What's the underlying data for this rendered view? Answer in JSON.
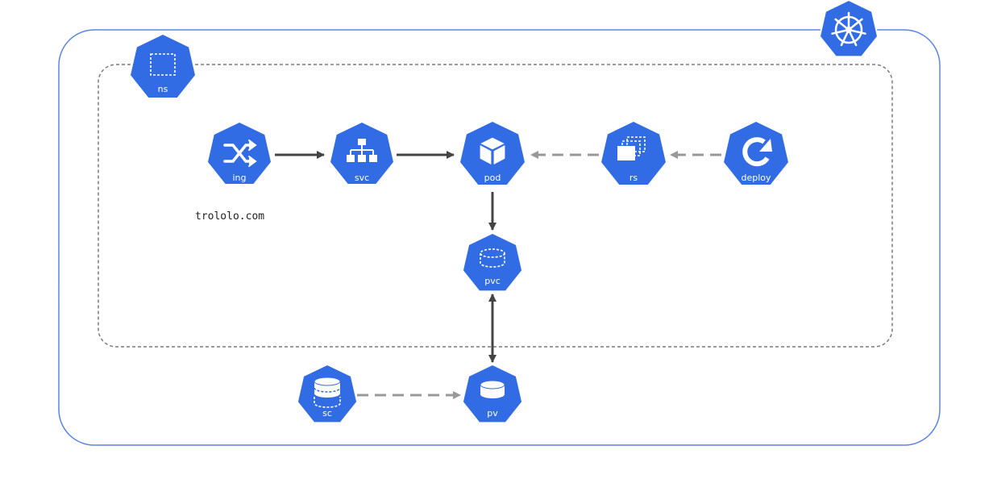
{
  "colors": {
    "node_fill": "#326ce5",
    "icon_stroke": "#ffffff",
    "cluster_border": "#5b84e8",
    "namespace_border": "#7a7a7a",
    "arrow_dark": "#444444",
    "arrow_light": "#999999"
  },
  "cluster": {
    "icon": "kubernetes-wheel-icon"
  },
  "namespace": {
    "label": "ns",
    "icon": "namespace-icon"
  },
  "nodes": {
    "ing": {
      "label": "ing",
      "icon": "ingress-icon"
    },
    "svc": {
      "label": "svc",
      "icon": "service-icon"
    },
    "pod": {
      "label": "pod",
      "icon": "pod-icon"
    },
    "rs": {
      "label": "rs",
      "icon": "replicaset-icon"
    },
    "deploy": {
      "label": "deploy",
      "icon": "deployment-icon"
    },
    "pvc": {
      "label": "pvc",
      "icon": "pvc-icon"
    },
    "pv": {
      "label": "pv",
      "icon": "pv-icon"
    },
    "sc": {
      "label": "sc",
      "icon": "storageclass-icon"
    }
  },
  "host_label": "trololo.com",
  "edges": [
    {
      "from": "ing",
      "to": "svc",
      "style": "solid"
    },
    {
      "from": "svc",
      "to": "pod",
      "style": "solid"
    },
    {
      "from": "rs",
      "to": "pod",
      "style": "dashed"
    },
    {
      "from": "deploy",
      "to": "rs",
      "style": "dashed"
    },
    {
      "from": "pod",
      "to": "pvc",
      "style": "solid"
    },
    {
      "from": "pvc",
      "to": "pv",
      "style": "solid-bidirectional"
    },
    {
      "from": "sc",
      "to": "pv",
      "style": "dashed"
    }
  ]
}
